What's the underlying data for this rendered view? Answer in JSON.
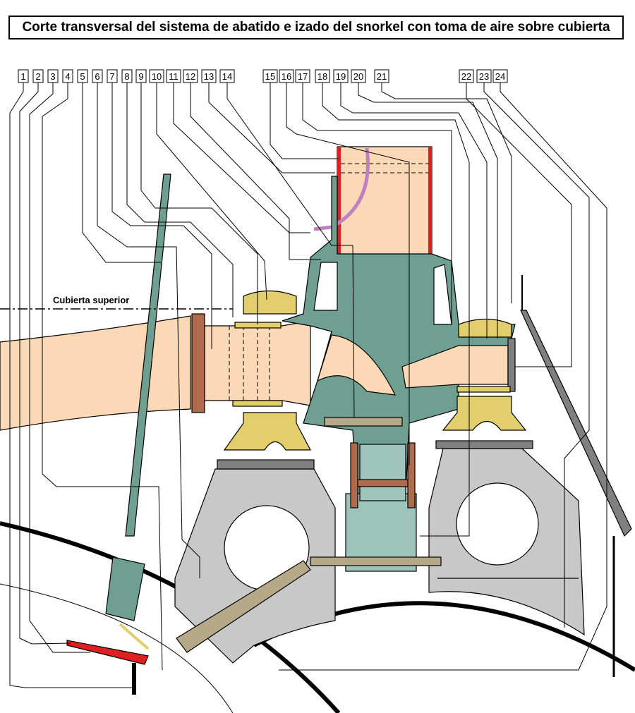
{
  "title": "Corte transversal  del sistema de abatido e izado del snorkel con toma de aire sobre cubierta",
  "deck_label": "Cubierta superior",
  "labels": [
    "1",
    "2",
    "3",
    "4",
    "5",
    "6",
    "7",
    "8",
    "9",
    "10",
    "11",
    "12",
    "13",
    "14",
    "15",
    "16",
    "17",
    "18",
    "19",
    "20",
    "21",
    "22",
    "23",
    "24"
  ],
  "colors": {
    "air": "#fcd9b6",
    "casting": "#6f9f91",
    "column": "#9fc4bc",
    "bearing": "#e2ce6c",
    "stand": "#c8c8c8",
    "shaft": "#b5a98a",
    "flange": "#b06a4c",
    "red": "#e02020"
  }
}
